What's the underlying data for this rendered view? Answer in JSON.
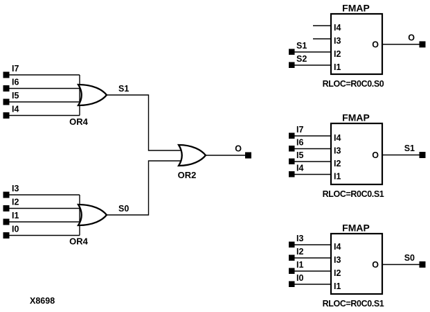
{
  "colors": {
    "ink": "#000000",
    "paper": "#ffffff"
  },
  "figure": {
    "number": "X8698"
  },
  "gates": {
    "or4_top": {
      "type_label": "OR4",
      "inputs": [
        "I7",
        "I6",
        "I5",
        "I4"
      ],
      "output": "S1"
    },
    "or4_bottom": {
      "type_label": "OR4",
      "inputs": [
        "I3",
        "I2",
        "I1",
        "I0"
      ],
      "output": "S0"
    },
    "or2": {
      "type_label": "OR2",
      "output": "O"
    }
  },
  "fmaps": [
    {
      "title": "FMAP",
      "pins": [
        "I4",
        "I3",
        "I2",
        "I1"
      ],
      "inputs": [
        "",
        "",
        "S1",
        "S2"
      ],
      "output_pin": "O",
      "output": "O",
      "rloc": "RLOC=R0C0.S0"
    },
    {
      "title": "FMAP",
      "pins": [
        "I4",
        "I3",
        "I2",
        "I1"
      ],
      "inputs": [
        "I7",
        "I6",
        "I5",
        "I4"
      ],
      "output_pin": "O",
      "output": "S1",
      "rloc": "RLOC=R0C0.S1"
    },
    {
      "title": "FMAP",
      "pins": [
        "I4",
        "I3",
        "I2",
        "I1"
      ],
      "inputs": [
        "I3",
        "I2",
        "I1",
        "I0"
      ],
      "output_pin": "O",
      "output": "S0",
      "rloc": "RLOC=R0C0.S1"
    }
  ]
}
